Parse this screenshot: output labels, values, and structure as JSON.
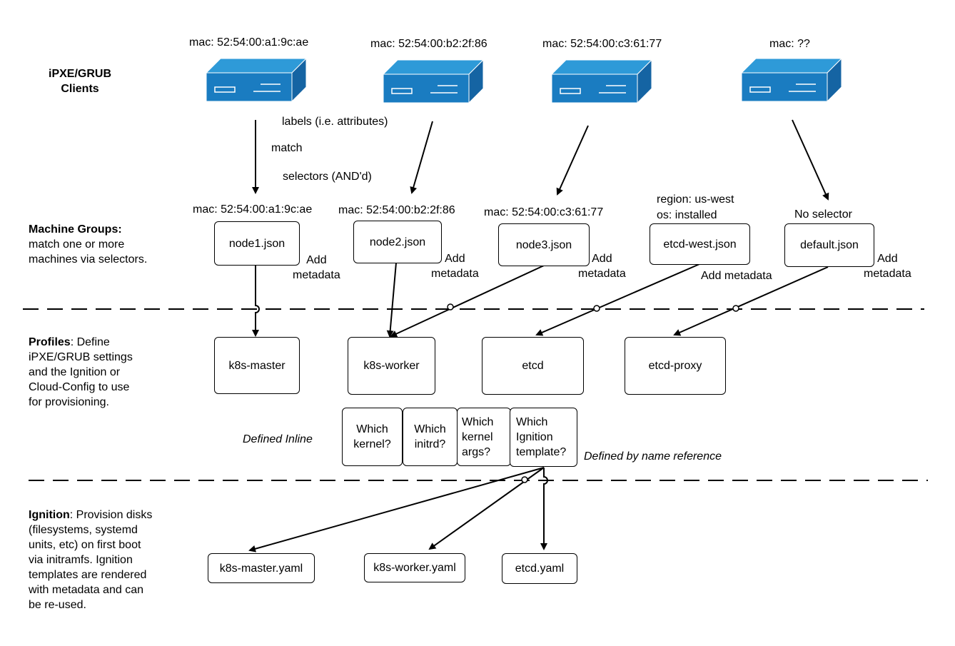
{
  "rows": {
    "clients": "iPXE/GRUB\nClients",
    "groups_title": "Machine Groups:",
    "groups_desc": "match one or more\nmachines via selectors.",
    "profiles_title": "Profiles",
    "profiles_desc": ": Define\niPXE/GRUB settings\nand the Ignition or\nCloud-Config to use\nfor provisioning.",
    "ignition_title": "Ignition",
    "ignition_desc": ": Provision disks\n(filesystems, systemd\nunits, etc) on first boot\nvia initramfs. Ignition\ntemplates are rendered\nwith metadata and can\nbe re-used."
  },
  "clients": [
    {
      "mac": "mac: 52:54:00:a1:9c:ae"
    },
    {
      "mac": "mac: 52:54:00:b2:2f:86"
    },
    {
      "mac": "mac: 52:54:00:c3:61:77"
    },
    {
      "mac": "mac: ??"
    }
  ],
  "matching": {
    "labels": "labels (i.e. attributes)",
    "match": "match",
    "selectors": "selectors (AND'd)"
  },
  "groups": [
    {
      "selector": "mac: 52:54:00:a1:9c:ae",
      "file": "node1.json",
      "meta": "Add\nmetadata"
    },
    {
      "selector": "mac: 52:54:00:b2:2f:86",
      "file": "node2.json",
      "meta": "Add\nmetadata"
    },
    {
      "selector": "mac: 52:54:00:c3:61:77",
      "file": "node3.json",
      "meta": "Add\nmetadata"
    },
    {
      "selector": "region: us-west\nos: installed",
      "file": "etcd-west.json",
      "meta": "Add metadata"
    },
    {
      "selector": "No selector",
      "file": "default.json",
      "meta": "Add\nmetadata"
    }
  ],
  "profiles": [
    "k8s-master",
    "k8s-worker",
    "etcd",
    "etcd-proxy"
  ],
  "profile_fields": [
    "Which\nkernel?",
    "Which\ninitrd?",
    "Which\nkernel\nargs?",
    "Which\nIgnition\ntemplate?"
  ],
  "defined_inline": "Defined Inline",
  "defined_by_name": "Defined by name reference",
  "templates": [
    "k8s-master.yaml",
    "k8s-worker.yaml",
    "etcd.yaml"
  ],
  "colors": {
    "server_face": "#1a7cc1",
    "server_top": "#2e9ad8",
    "server_side": "#1564a3"
  },
  "icons": [
    "server-icon"
  ]
}
